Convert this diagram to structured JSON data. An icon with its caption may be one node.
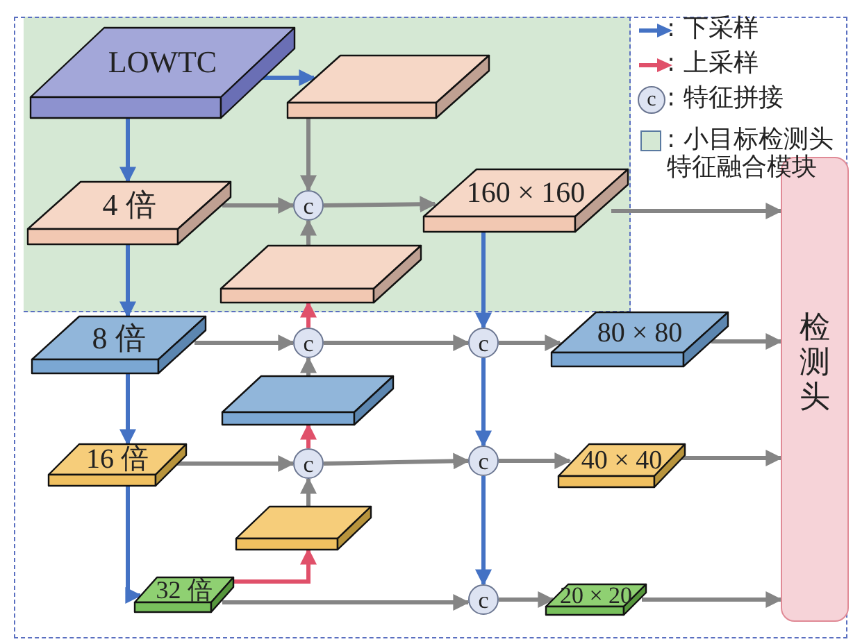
{
  "diagram": {
    "nodes": [
      {
        "text": [
          "LOWTC"
        ]
      },
      {
        "text": [],
        "shape": "box"
      },
      {
        "text": [
          "4 倍"
        ]
      },
      {
        "text": [
          "c"
        ]
      },
      {
        "text": [
          "160 × 160"
        ]
      },
      {
        "text": [],
        "shape": "box"
      },
      {
        "text": [
          "8 倍"
        ]
      },
      {
        "text": [
          "c"
        ]
      },
      {
        "text": [
          "c"
        ]
      },
      {
        "text": [
          "80 × 80"
        ]
      },
      {
        "text": [],
        "shape": "box"
      },
      {
        "text": [
          "16 倍"
        ]
      },
      {
        "text": [
          "c"
        ]
      },
      {
        "text": [
          "c"
        ]
      },
      {
        "text": [
          "40 × 40"
        ]
      },
      {
        "text": [],
        "shape": "box"
      },
      {
        "text": [
          "32 倍"
        ]
      },
      {
        "text": [
          "c"
        ]
      },
      {
        "text": [
          "20 × 20"
        ]
      },
      {
        "text": [
          "检测头"
        ]
      }
    ],
    "edges": [
      {
        "from": 0,
        "to": 2,
        "arrow": "to",
        "color": "#4472c4"
      },
      {
        "from": 0,
        "to": 1,
        "arrow": "to",
        "color": "#4472c4"
      },
      {
        "from": 1,
        "to": 3,
        "arrow": "to"
      },
      {
        "from": 2,
        "to": 3,
        "arrow": "to"
      },
      {
        "from": 5,
        "to": 3,
        "arrow": "to"
      },
      {
        "from": 3,
        "to": 4,
        "arrow": "to"
      },
      {
        "from": 2,
        "to": 6,
        "arrow": "to",
        "color": "#4472c4"
      },
      {
        "from": 4,
        "to": 8,
        "arrow": "to",
        "color": "#4472c4"
      },
      {
        "from": 4,
        "to": 19,
        "arrow": "to"
      },
      {
        "from": 6,
        "to": 7,
        "arrow": "to"
      },
      {
        "from": 7,
        "to": 8,
        "arrow": "to"
      },
      {
        "from": 10,
        "to": 7,
        "arrow": "to"
      },
      {
        "from": 7,
        "to": 5,
        "arrow": "to",
        "color": "#e0506a"
      },
      {
        "from": 8,
        "to": 9,
        "arrow": "to"
      },
      {
        "from": 9,
        "to": 19,
        "arrow": "to"
      },
      {
        "from": 8,
        "to": 13,
        "arrow": "to",
        "color": "#4472c4"
      },
      {
        "from": 6,
        "to": 11,
        "arrow": "to",
        "color": "#4472c4"
      },
      {
        "from": 11,
        "to": 12,
        "arrow": "to"
      },
      {
        "from": 12,
        "to": 13,
        "arrow": "to"
      },
      {
        "from": 12,
        "to": 10,
        "arrow": "to",
        "color": "#e0506a"
      },
      {
        "from": 15,
        "to": 12,
        "arrow": "to"
      },
      {
        "from": 16,
        "to": 15,
        "arrow": "to",
        "color": "#e0506a"
      },
      {
        "from": 13,
        "to": 14,
        "arrow": "to"
      },
      {
        "from": 14,
        "to": 19,
        "arrow": "to"
      },
      {
        "from": 13,
        "to": 17,
        "arrow": "to",
        "color": "#4472c4"
      },
      {
        "from": 11,
        "to": 16,
        "arrow": "to",
        "color": "#4472c4"
      },
      {
        "from": 16,
        "to": 17,
        "arrow": "to"
      },
      {
        "from": 17,
        "to": 18,
        "arrow": "to"
      },
      {
        "from": 18,
        "to": 19,
        "arrow": "to"
      }
    ],
    "labels": [
      "c"
    ],
    "legend": [
      {
        "text": ": 下采样"
      },
      {
        "text": ": 上采样"
      },
      {
        "text": ": 特征拼接"
      },
      {
        "text": ": 小目标检测头特征融合模块",
        "color": "#d5e8d4"
      }
    ]
  }
}
